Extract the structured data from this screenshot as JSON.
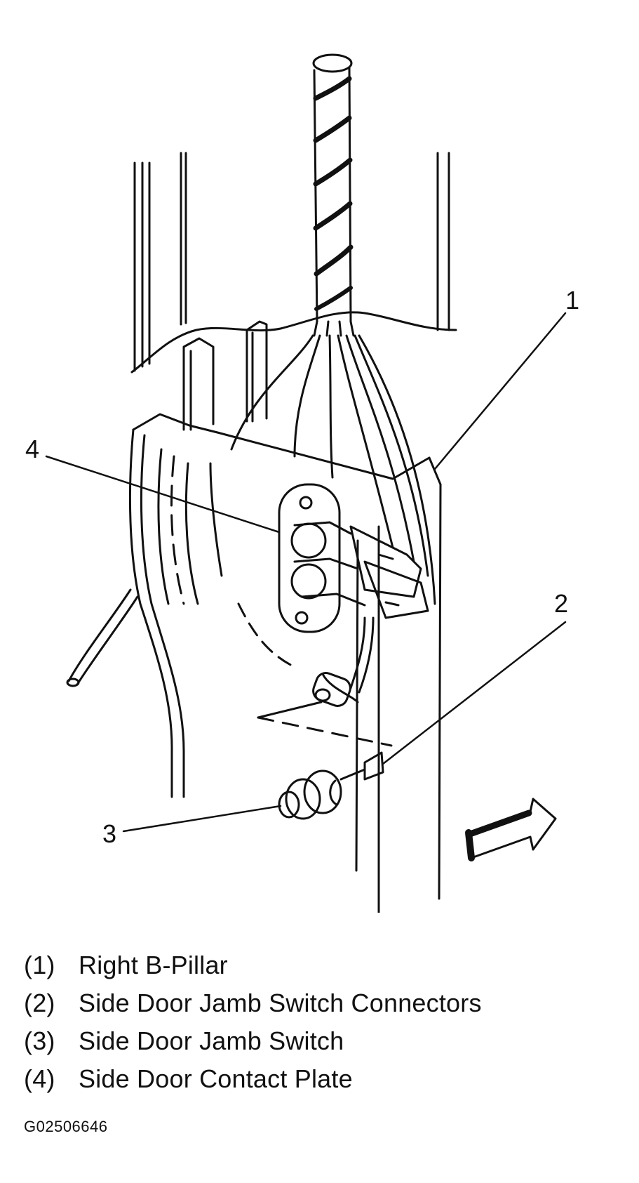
{
  "callouts": [
    {
      "num": "1"
    },
    {
      "num": "2"
    },
    {
      "num": "3"
    },
    {
      "num": "4"
    }
  ],
  "legend": [
    {
      "num": "(1)",
      "text": "Right B-Pillar"
    },
    {
      "num": "(2)",
      "text": "Side Door Jamb Switch Connectors"
    },
    {
      "num": "(3)",
      "text": "Side Door Jamb Switch"
    },
    {
      "num": "(4)",
      "text": "Side Door Contact Plate"
    }
  ],
  "figure_id": "G02506646",
  "colors": {
    "ink": "#111111",
    "paper": "#ffffff"
  },
  "icons": [
    "direction-arrow-icon"
  ]
}
